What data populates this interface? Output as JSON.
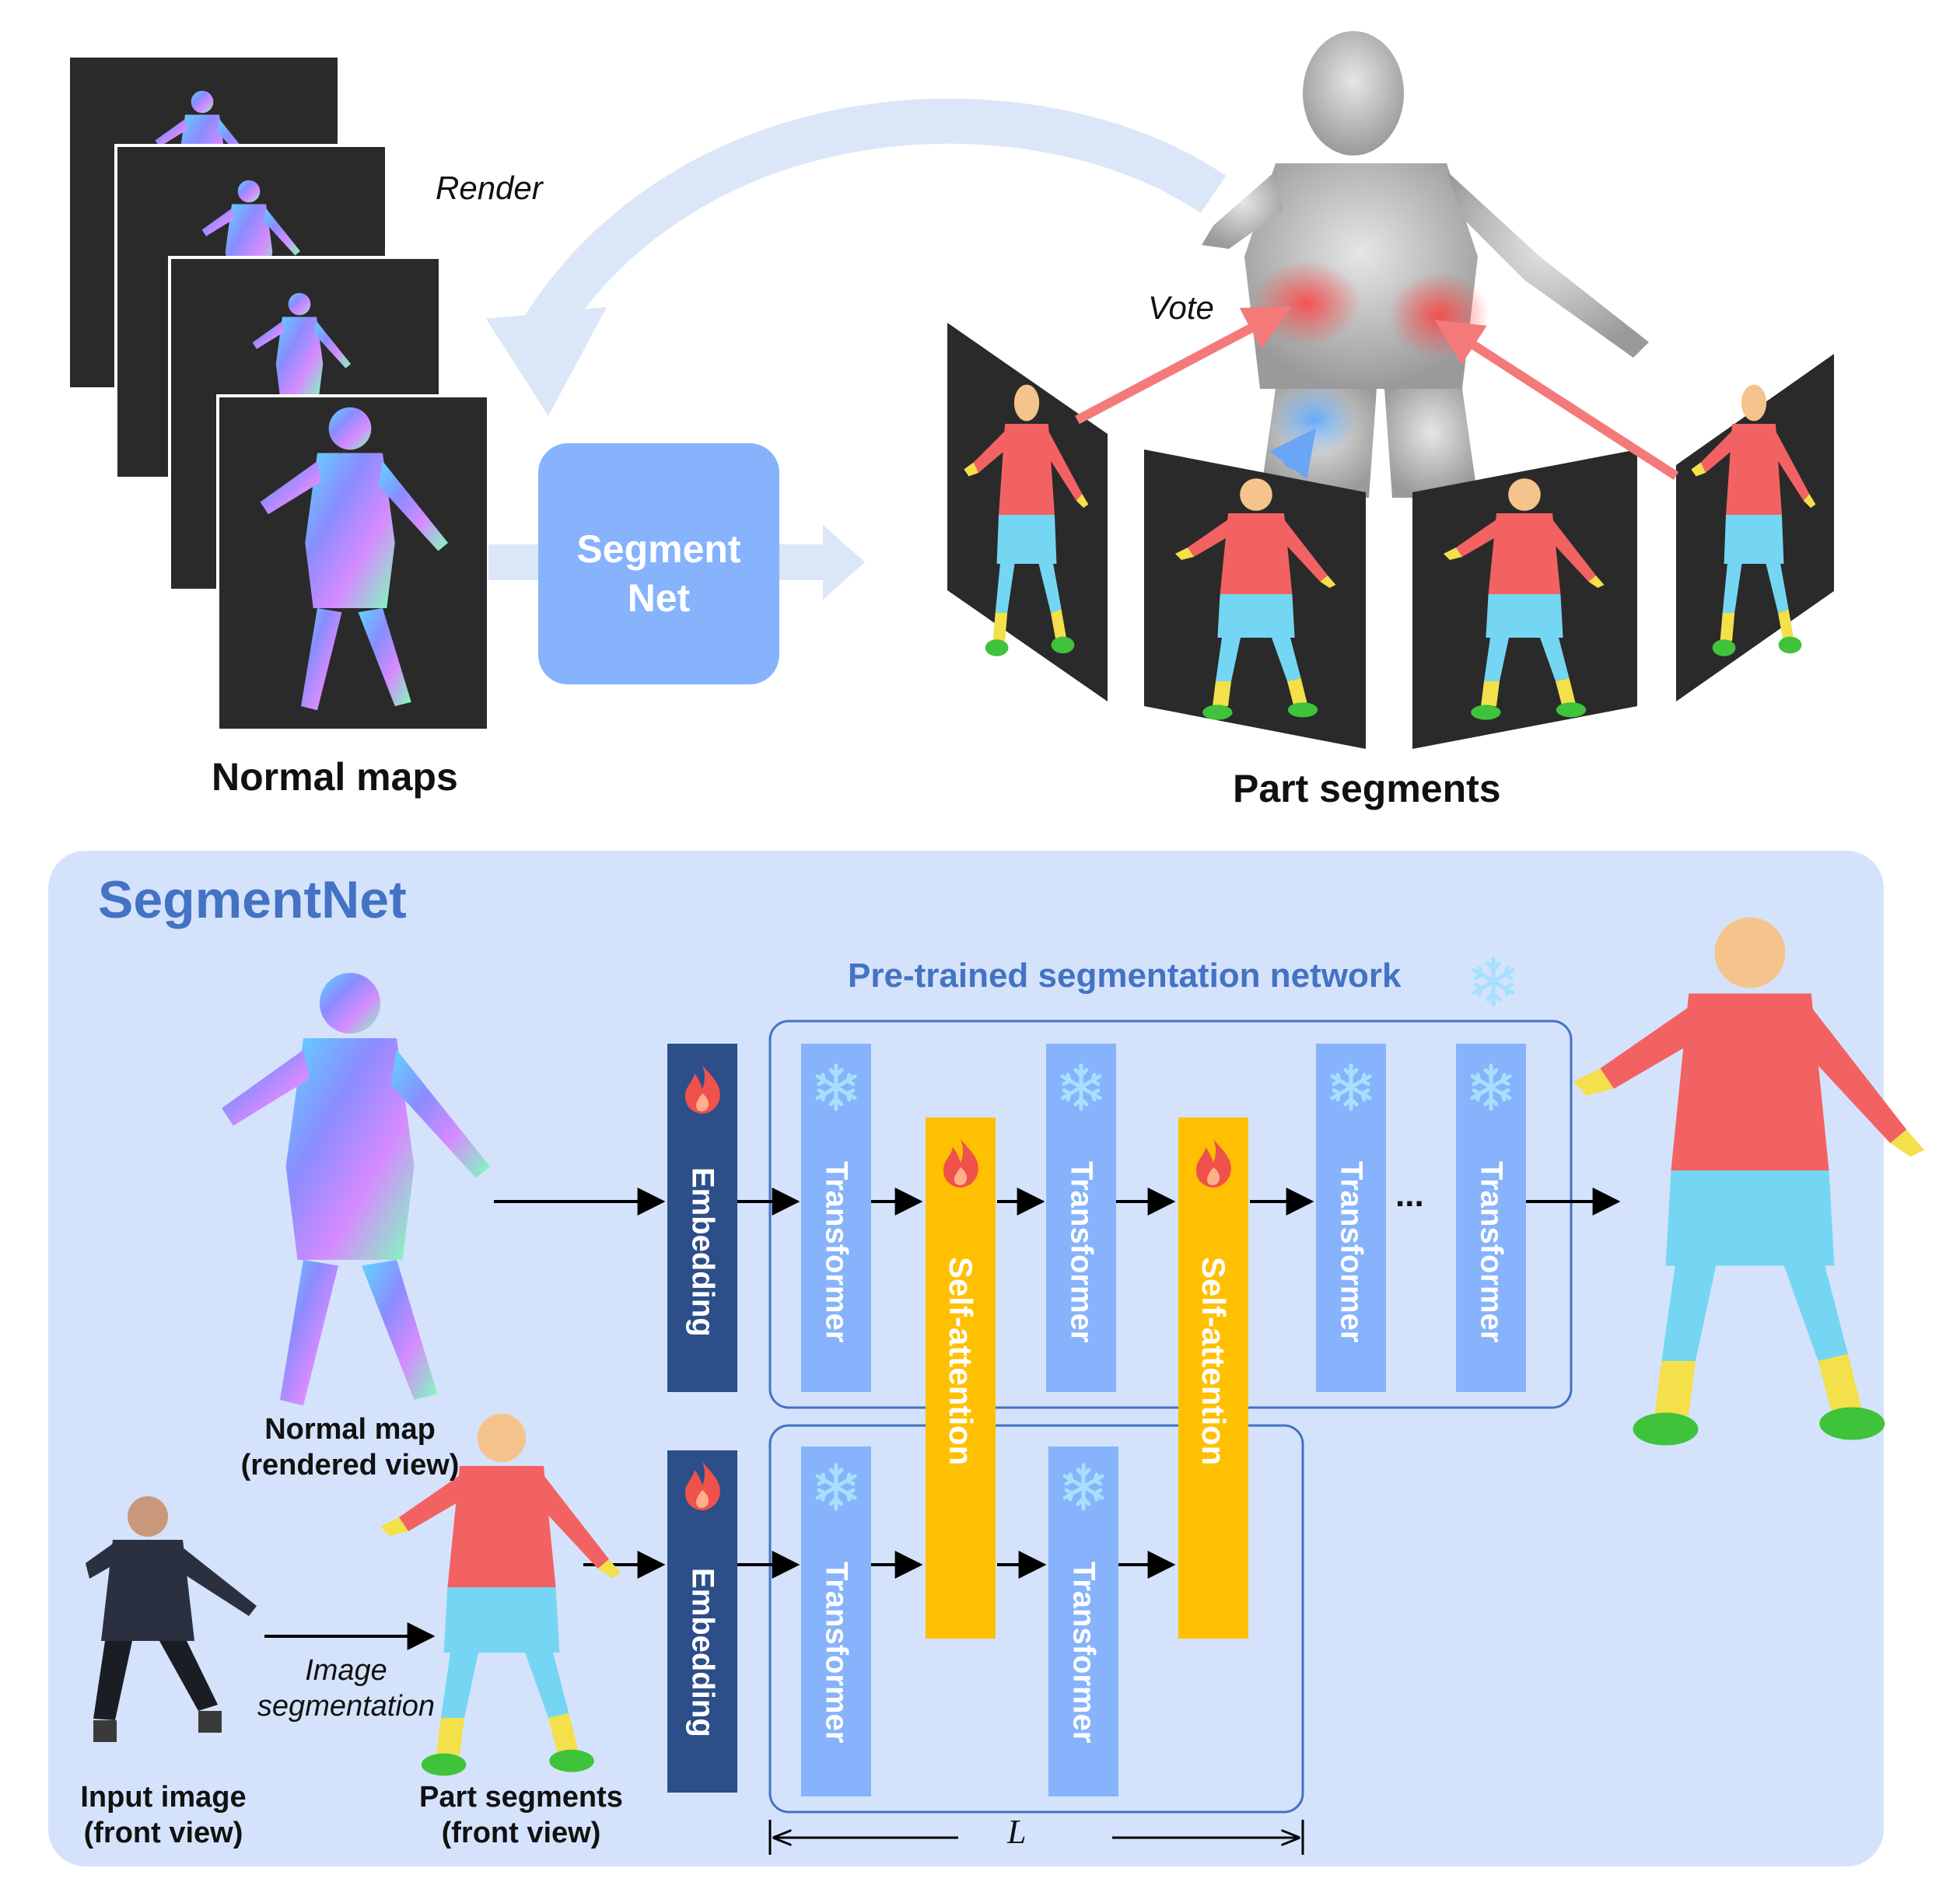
{
  "top": {
    "render_label": "Render",
    "vote_label": "Vote",
    "segment_net_box_line1": "Segment",
    "segment_net_box_line2": "Net",
    "normal_maps_caption": "Normal maps",
    "part_segments_caption": "Part segments"
  },
  "segmentnet_panel": {
    "title": "SegmentNet",
    "pretrained_label": "Pre-trained segmentation network",
    "embedding_label": "Embedding",
    "transformer_label": "Transformer",
    "self_attention_label": "Self-attention",
    "ellipsis": "...",
    "layers_symbol": "L",
    "normal_map_caption_line1": "Normal map",
    "normal_map_caption_line2": "(rendered view)",
    "input_image_caption_line1": "Input image",
    "input_image_caption_line2": "(front view)",
    "part_segments_caption_line1": "Part segments",
    "part_segments_caption_line2": "(front view)",
    "image_segmentation_line1": "Image",
    "image_segmentation_line2": "segmentation"
  },
  "icons": [
    "fire-icon",
    "snowflake-icon",
    "arrow-icon"
  ],
  "colors": {
    "panel_bg": "#d4e3fb",
    "segment_net_box": "#86b3fb",
    "embedding_block": "#2c4f8a",
    "transformer_block": "#86b3fb",
    "self_attention_block": "#fec000",
    "title_blue": "#4472c4",
    "flow_arrow_light": "#dbe6f8",
    "vote_arrow": "#f47a7a",
    "seg_red": "#f36262",
    "seg_cyan": "#74d6f3",
    "seg_yellow": "#f3e04a",
    "seg_green": "#3fc33b",
    "seg_skin": "#f5c48c"
  }
}
